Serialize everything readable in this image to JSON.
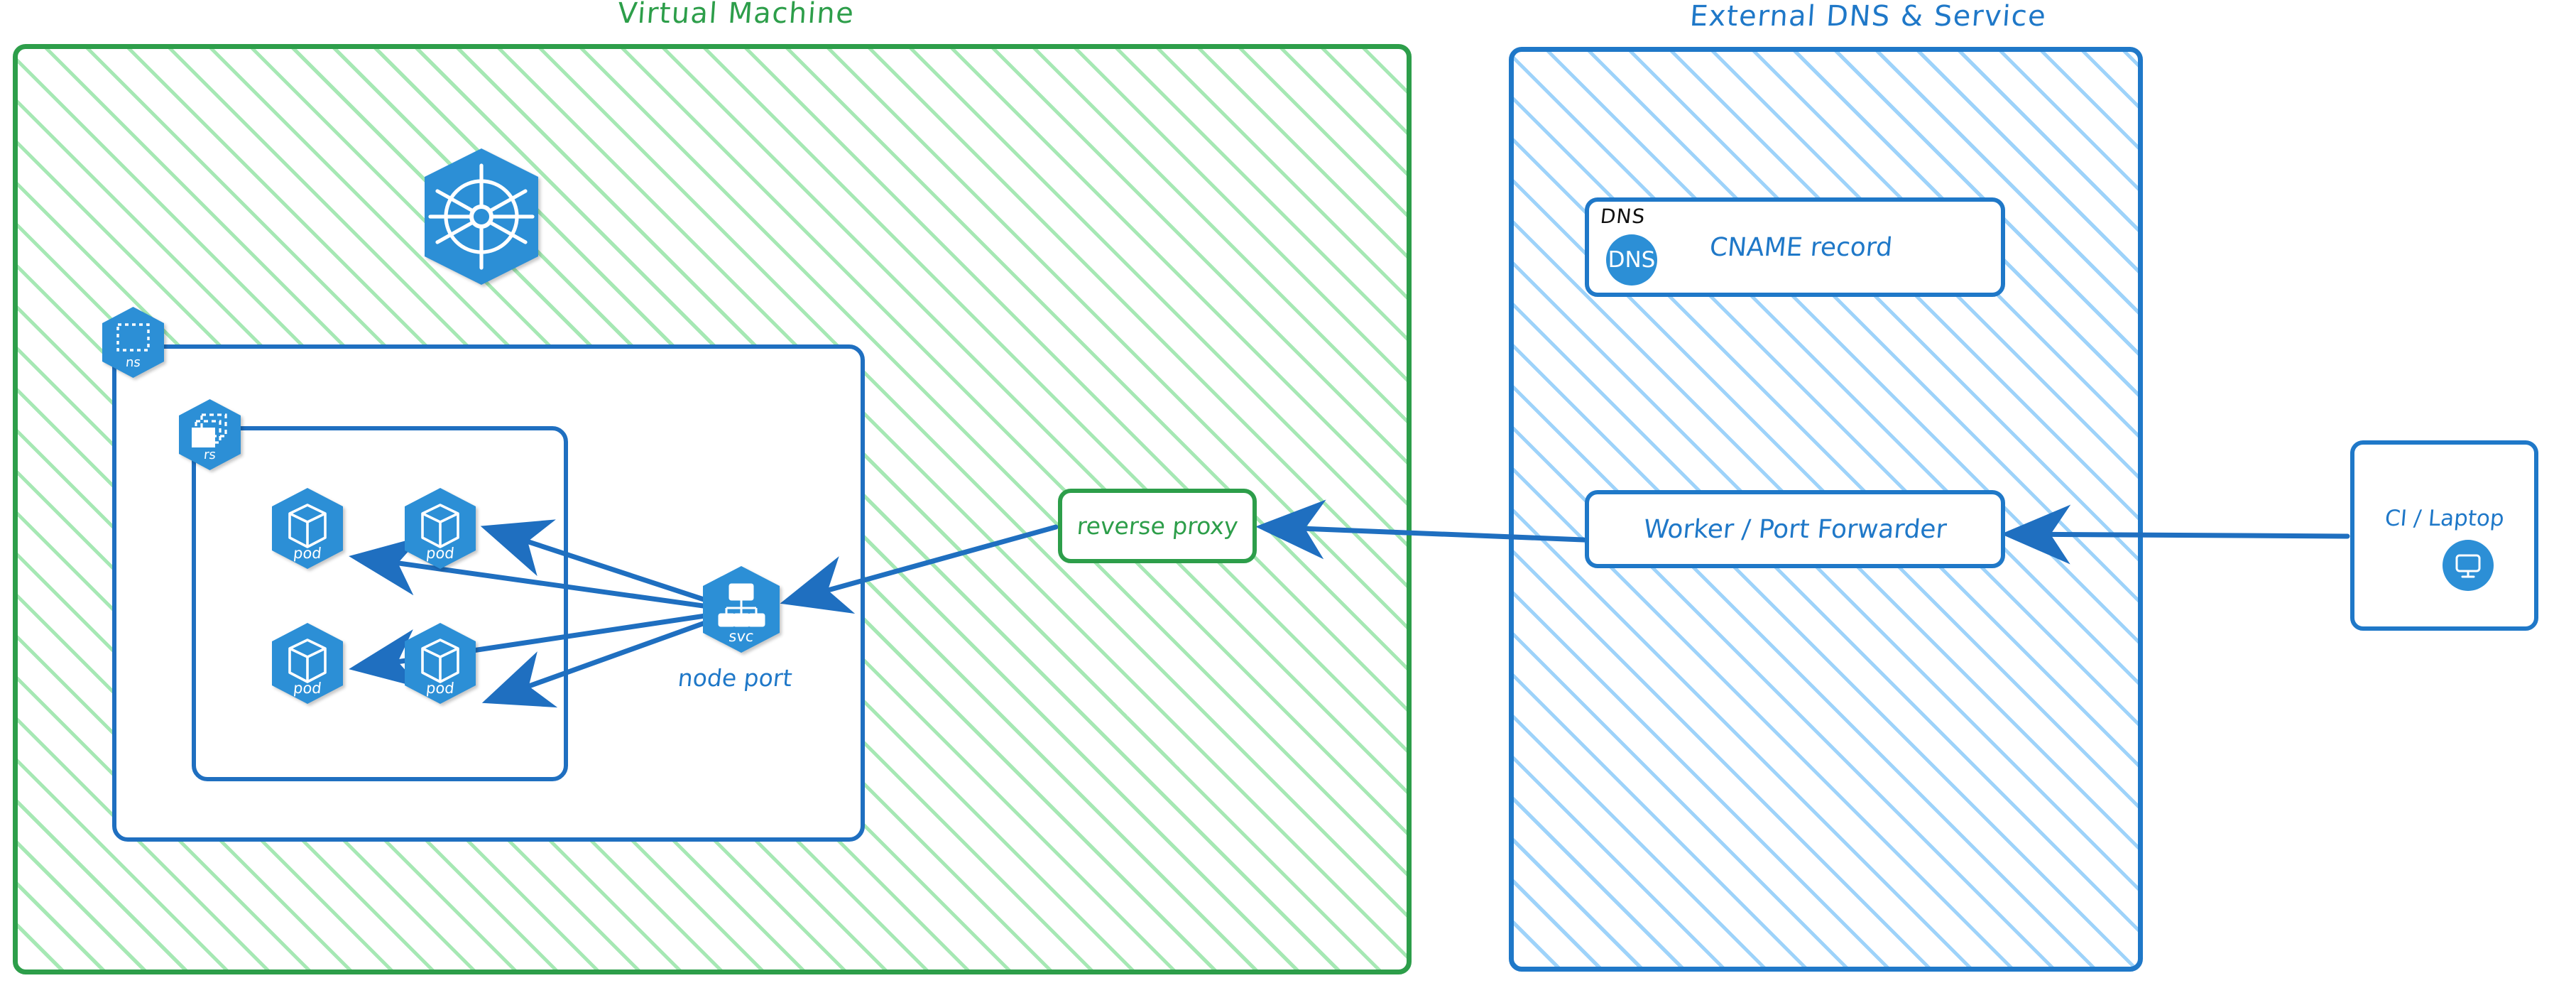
{
  "diagram": {
    "type": "architecture-diagram",
    "style": "hand-drawn",
    "colors": {
      "vm_green": "#2d9e4a",
      "vm_hatch": "#a6e8b4",
      "external_blue": "#1f78c8",
      "external_hatch": "#9ed3fa",
      "k8s_blue": "#2c8fd6",
      "connector_blue": "#1f6fc0",
      "text_black": "#111111"
    }
  },
  "panels": {
    "virtual_machine": {
      "title": "Virtual Machine",
      "namespace_badge": {
        "caption": "ns",
        "icon": "kubernetes-namespace-icon"
      },
      "replicaset_badge": {
        "caption": "rs",
        "icon": "kubernetes-replicaset-icon"
      },
      "kubernetes_logo": {
        "icon": "kubernetes-wheel-logo"
      },
      "pods": [
        {
          "caption": "pod",
          "icon": "kubernetes-pod-icon"
        },
        {
          "caption": "pod",
          "icon": "kubernetes-pod-icon"
        },
        {
          "caption": "pod",
          "icon": "kubernetes-pod-icon"
        },
        {
          "caption": "pod",
          "icon": "kubernetes-pod-icon"
        }
      ],
      "service": {
        "caption": "svc",
        "icon": "kubernetes-service-icon",
        "label": "node port"
      },
      "reverse_proxy": {
        "label": "reverse proxy"
      }
    },
    "external": {
      "title": "External DNS & Service",
      "dns_card": {
        "tag": "DNS",
        "badge_text": "DNS",
        "label": "CNAME record",
        "icon": "dns-icon"
      },
      "worker": {
        "label": "Worker / Port Forwarder"
      },
      "client": {
        "label": "CI / Laptop",
        "icon": "desktop-monitor-icon"
      }
    }
  },
  "connections": [
    {
      "from": "svc",
      "to": "pod-1",
      "kind": "arrow"
    },
    {
      "from": "svc",
      "to": "pod-2",
      "kind": "arrow"
    },
    {
      "from": "svc",
      "to": "pod-3",
      "kind": "arrow"
    },
    {
      "from": "svc",
      "to": "pod-4",
      "kind": "arrow"
    },
    {
      "from": "reverse-proxy",
      "to": "svc",
      "kind": "arrow"
    },
    {
      "from": "worker",
      "to": "reverse-proxy",
      "kind": "arrow"
    },
    {
      "from": "ci-laptop",
      "to": "worker",
      "kind": "arrow"
    }
  ]
}
